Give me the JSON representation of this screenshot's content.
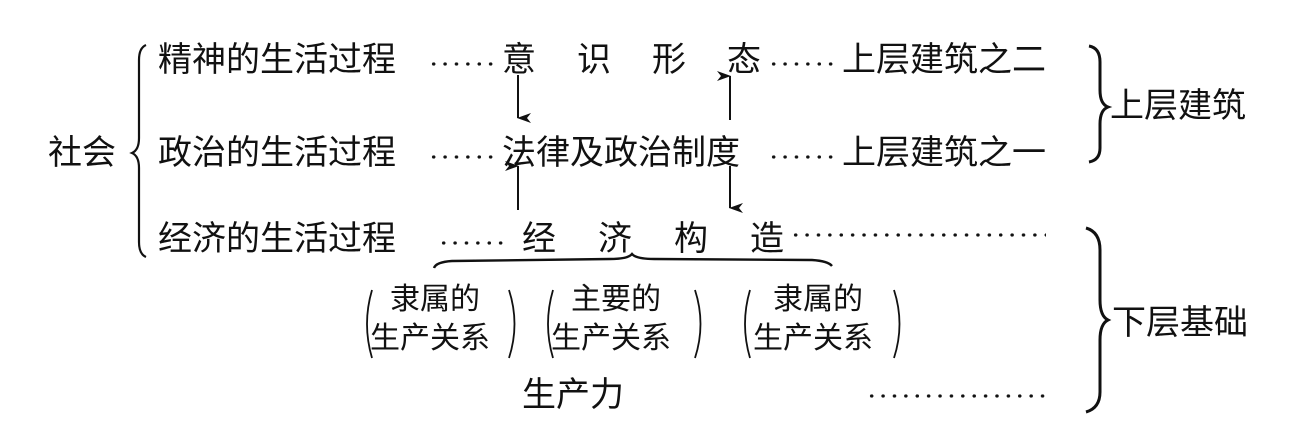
{
  "society_label": "社会",
  "rows": [
    {
      "process": "精神的生活过程",
      "center_chars": [
        "意",
        "识",
        "形",
        "态"
      ],
      "right_label": "上层建筑之二"
    },
    {
      "process": "政治的生活过程",
      "center": "法律及政治制度",
      "right_label": "上层建筑之一"
    },
    {
      "process": "经济的生活过程",
      "center_chars": [
        "经",
        "济",
        "构",
        "造"
      ]
    }
  ],
  "relations": [
    {
      "line1": "隶属的",
      "line2": "生产关系"
    },
    {
      "line1": "主要的",
      "line2": "生产关系"
    },
    {
      "line1": "隶属的",
      "line2": "生产关系"
    }
  ],
  "productive_force": "生产力",
  "superstructure_label": "上层建筑",
  "base_label": "下层基础",
  "arrows": [
    {
      "from": "意识形态",
      "to": "法律及政治制度",
      "direction": "down",
      "side": "left"
    },
    {
      "from": "法律及政治制度",
      "to": "意识形态",
      "direction": "up",
      "side": "right"
    },
    {
      "from": "经济构造",
      "to": "法律及政治制度",
      "direction": "up",
      "side": "left"
    },
    {
      "from": "法律及政治制度",
      "to": "经济构造",
      "direction": "down",
      "side": "right"
    }
  ]
}
